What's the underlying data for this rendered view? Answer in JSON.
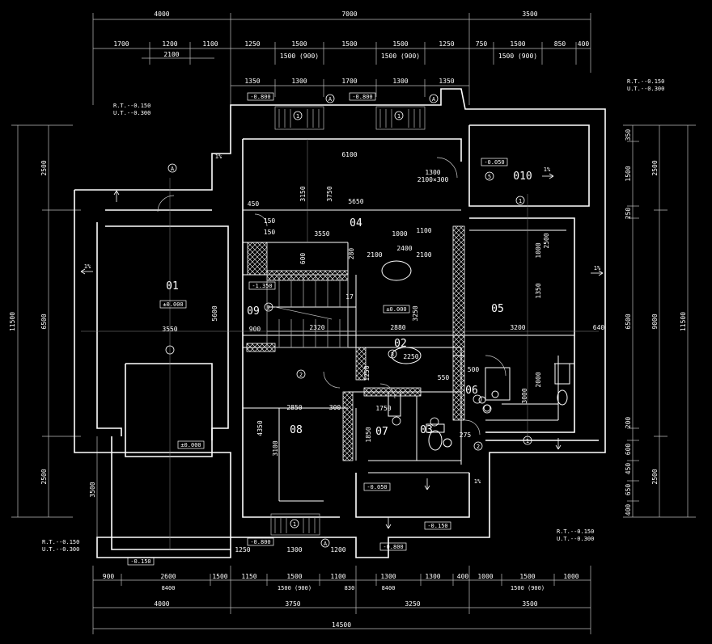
{
  "top_dims": {
    "row1": [
      "4000",
      "7000",
      "3500"
    ],
    "row2": [
      "1700",
      "1200",
      "1100",
      "1250",
      "1500",
      "1500",
      "1500",
      "1250",
      "750",
      "1500",
      "850",
      "400"
    ],
    "row2b": [
      "2100",
      "1500 (900)",
      "1500 (900)",
      "1500 (900)"
    ],
    "row3": [
      "1350",
      "1300",
      "1700",
      "1300",
      "1350"
    ]
  },
  "bottom_dims": {
    "row1": [
      "900",
      "2600",
      "1500",
      "1150",
      "1500",
      "1100",
      "1300",
      "1300",
      "400",
      "1000",
      "1500",
      "1000"
    ],
    "row1b": [
      "8400",
      "1500 (900)",
      "830",
      "8400",
      "1500 (900)"
    ],
    "row2": [
      "4000",
      "3750",
      "3250",
      "3500"
    ],
    "total": "14500"
  },
  "left_dims": {
    "outer": [
      "11500"
    ],
    "inner": [
      "2500",
      "6500",
      "2500"
    ],
    "extra": [
      "3500"
    ]
  },
  "right_dims": {
    "col1": [
      "350",
      "1500",
      "250",
      "6500",
      "200",
      "600",
      "450",
      "650",
      "400"
    ],
    "col2": [
      "2500",
      "9000",
      "2500"
    ],
    "total": "11500"
  },
  "rooms": {
    "r01": "01",
    "r02": "02",
    "r04": "04",
    "r05": "05",
    "r07": "07",
    "r08": "08",
    "r09": "09",
    "r010": "010",
    "r03": "03",
    "r06": "06"
  },
  "levels": {
    "l1": "-0.800",
    "l2": "-0.800",
    "l3": "-0.050",
    "l4": "-1.350",
    "l5": "±0.000",
    "l6": "±0.000",
    "l7": "±0.000",
    "l8": "-0.050",
    "l9": "-0.150",
    "l10": "-0.800",
    "l11": "-0.150",
    "l12": "-0.800"
  },
  "notes": {
    "n1": "R.T.--0.150",
    "n1b": "U.T.--0.300",
    "n2": "R.T.--0.150",
    "n2b": "U.T.--0.300",
    "n3": "R.T.--0.150",
    "n3b": "U.T.--0.300",
    "n4": "R.T.--0.150",
    "n4b": "U.T.--0.300"
  },
  "interior_dims": {
    "d6100": "6100",
    "d5650": "5650",
    "d3150": "3150",
    "d3750": "3750",
    "d450": "450",
    "d150a": "150",
    "d150b": "150",
    "d3550a": "3550",
    "d3550b": "3550",
    "d1000": "1000",
    "d1100": "1100",
    "d2100a": "2100",
    "d2100b": "2100",
    "d1300": "1300",
    "d2100x": "2100×300",
    "d2400": "2400",
    "d280": "280",
    "d600": "600",
    "d17": "17",
    "d5600": "5600",
    "d2320": "2320",
    "d2880": "2880",
    "d3250": "3250",
    "d3200": "3200",
    "d640": "640",
    "d2250": "2250",
    "d2850": "2850",
    "d300": "300",
    "d1750": "1750",
    "d4350": "4350",
    "d3100": "3100",
    "d550": "550",
    "d1850": "1850",
    "d900": "900",
    "d500": "500",
    "d3000": "3000",
    "d2000": "2000",
    "d1350": "1350",
    "d2500r": "2500",
    "d1000r": "1000",
    "d1250": "1250",
    "d275": "275",
    "d1200": "1200",
    "d1300b": "1300",
    "d1250b": "1250"
  },
  "symbols": {
    "north_a": "A",
    "one": "1",
    "two": "2",
    "three": "3",
    "five": "5",
    "slope": "1%",
    "up": "1%"
  }
}
